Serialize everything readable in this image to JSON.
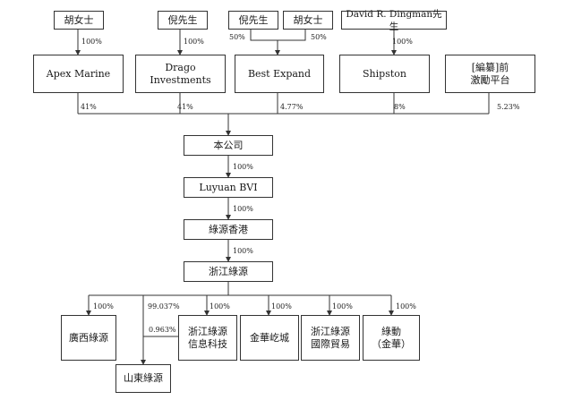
{
  "nodes": {
    "hu_1": "胡女士",
    "ni_1": "倪先生",
    "ni_2": "倪先生",
    "hu_2": "胡女士",
    "dingman": "David R. Dingman先生",
    "apex": "Apex Marine",
    "drago": "Drago Investments",
    "best_expand": "Best Expand",
    "shipston": "Shipston",
    "incentive": "[編纂]前\n激勵平台",
    "company": "本公司",
    "luyuan_bvi": "Luyuan BVI",
    "luyuan_hk": "綠源香港",
    "zhejiang_luyuan": "浙江綠源",
    "guangxi": "廣西綠源",
    "shandong": "山東綠源",
    "zj_info_tech": "浙江綠源\n信息科技",
    "jinhua_qicheng": "金華屹城",
    "zj_trade": "浙江綠源\n國際貿易",
    "lvdong": "綠動\n（金華）"
  },
  "percentages": {
    "hu_apex": "100%",
    "ni_drago": "100%",
    "ni_best": "50%",
    "hu_best": "50%",
    "dingman_shipston": "100%",
    "apex_company": "41%",
    "drago_company": "41%",
    "best_company": "4.77%",
    "shipston_company": "8%",
    "incentive_company": "5.23%",
    "company_bvi": "100%",
    "bvi_hk": "100%",
    "hk_zj": "100%",
    "zj_guangxi": "100%",
    "zj_shandong": "99.037%",
    "infotech_shandong": "0.963%",
    "zj_infotech": "100%",
    "zj_jinhua": "100%",
    "zj_trade": "100%",
    "zj_lvdong": "100%"
  }
}
